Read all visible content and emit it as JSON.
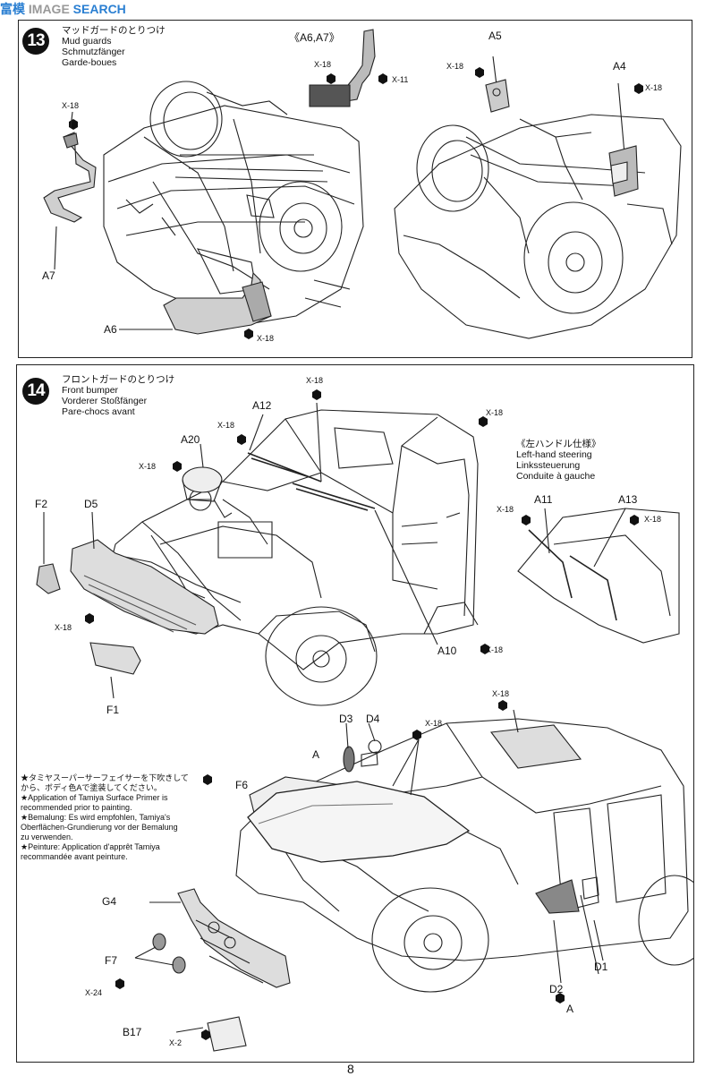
{
  "watermark": {
    "left": "富",
    "mid": "模",
    "right": "SEARCH",
    "gray": "IMAGE"
  },
  "step13": {
    "number": "13",
    "title_lines": [
      "マッドガードのとりつけ",
      "Mud guards",
      "Schmutzfänger",
      "Garde-boues"
    ],
    "group_label": "《A6,A7》",
    "parts": {
      "a7": "A7",
      "a6": "A6",
      "a5": "A5",
      "a4": "A4"
    },
    "screws": {
      "x18": "X-18",
      "x11": "X-11"
    }
  },
  "step14": {
    "number": "14",
    "title_lines": [
      "フロントガードのとりつけ",
      "Front bumper",
      "Vorderer Stoßfänger",
      "Pare-chocs avant"
    ],
    "lhd_lines": [
      "《左ハンドル仕様》",
      "Left-hand steering",
      "Linkssteuerung",
      "Conduite à gauche"
    ],
    "note_lines": [
      "★タミヤスーパーサーフェイサーを下吹きして",
      "から、ボディ色Aで塗装してください。",
      "★Application of Tamiya Surface Primer is",
      "recommended prior to painting.",
      "★Bemalung: Es wird empfohlen, Tamiya's",
      "Oberflächen-Grundierung vor der Bemalung",
      "zu verwenden.",
      "★Peinture: Application d'apprêt Tamiya",
      "recommandée avant peinture."
    ],
    "parts": {
      "a12": "A12",
      "a20": "A20",
      "f2": "F2",
      "d5": "D5",
      "f1": "F1",
      "a10": "A10",
      "a11": "A11",
      "a13": "A13",
      "d3": "D3",
      "d4": "D4",
      "a": "A",
      "f6": "F6",
      "g4": "G4",
      "f7": "F7",
      "b17": "B17",
      "d1": "D1",
      "d2": "D2"
    },
    "screws": {
      "x18": "X-18",
      "x24": "X-24",
      "x2": "X-2"
    }
  },
  "page_number": "8"
}
